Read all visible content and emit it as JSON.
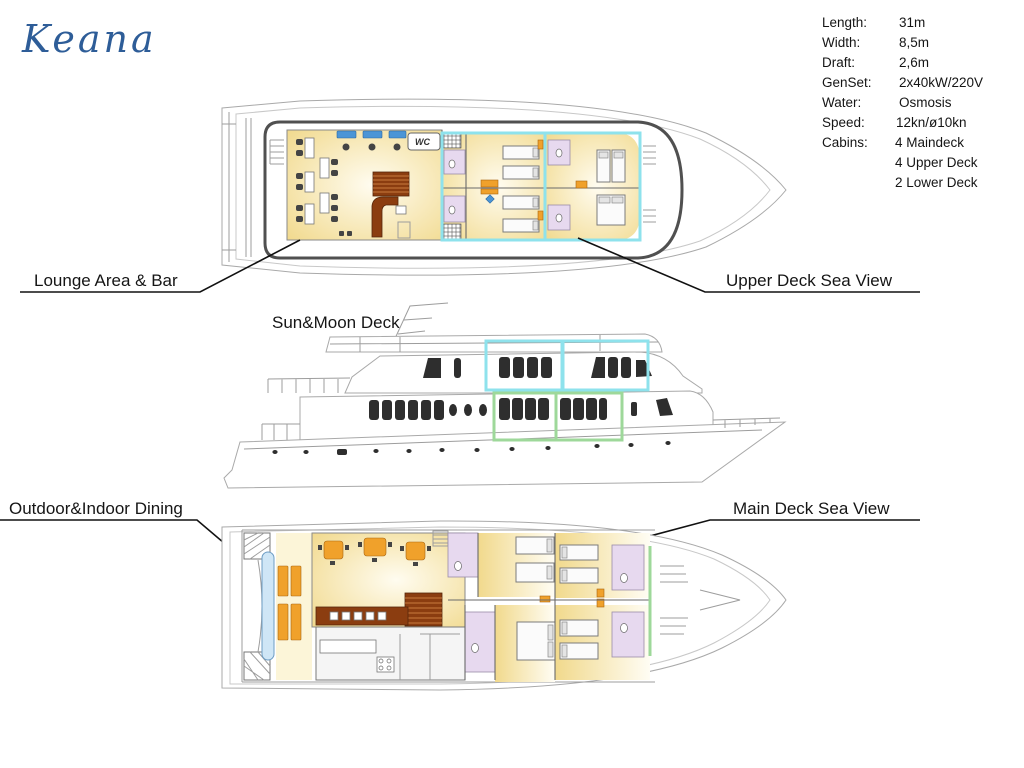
{
  "title": "Keana",
  "specs": [
    {
      "label": "Length:",
      "value": "31m"
    },
    {
      "label": "Width:",
      "value": "8,5m"
    },
    {
      "label": "Draft:",
      "value": "2,6m"
    },
    {
      "label": "GenSet:",
      "value": "2x40kW/220V"
    },
    {
      "label": "Water:",
      "value": "Osmosis"
    },
    {
      "label": "Speed:",
      "value": "12kn/ø10kn"
    }
  ],
  "cabins": {
    "label": "Cabins:",
    "counts": [
      "4 Maindeck",
      "4 Upper Deck",
      "2 Lower Deck"
    ]
  },
  "upper_deck": {
    "wc_label": "WC",
    "callout_lounge": "Lounge Area & Bar",
    "callout_sea_view": "Upper Deck Sea View"
  },
  "side_view": {
    "label": "Sun&Moon Deck"
  },
  "main_deck": {
    "callout_dining": "Outdoor&Indoor Dining",
    "callout_sea_view": "Main Deck Sea View"
  },
  "colors": {
    "title": "#2e5d98",
    "floor": "#f1d98c",
    "bath": "#e7d9ef",
    "wood": "#8b3d10",
    "accent": "#f0a12b",
    "chair": "#4b95d6",
    "upper-sea-view": "#8ee2ec",
    "main-sea-view": "#9ed89a"
  }
}
